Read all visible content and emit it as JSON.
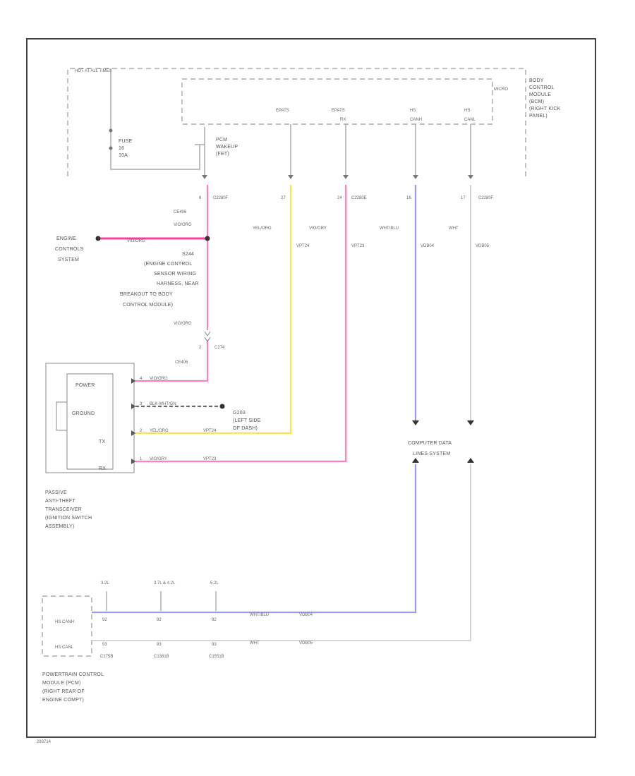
{
  "diagram": {
    "footer_code": "293714",
    "bcm": {
      "hot_label": "HOT AT ALL TIMES",
      "inner_label": "MICRO",
      "module_label": [
        "BODY",
        "CONTROL",
        "MODULE",
        "(BCM)",
        "(RIGHT KICK",
        "PANEL)"
      ],
      "fuse_label": [
        "FUSE",
        "16",
        "10A"
      ],
      "pcm_label": [
        "PCM",
        "WAKEUP",
        "(FET)"
      ],
      "pins": [
        "EPATS",
        "EPATS",
        "HS",
        "HS"
      ],
      "pin_sub": [
        "",
        "RX",
        "CANH",
        "CANL"
      ]
    },
    "connectors": {
      "c2280f": "C2280F",
      "c2280e": "C2280E",
      "c2280f_b": "C2280F",
      "c274": "C274",
      "pin6": "6",
      "pin27": "27",
      "pin24": "24",
      "pin16": "16",
      "pin17": "17",
      "pin2": "2"
    },
    "wires": {
      "ce406": "CE406",
      "vo_org": "VIO/ORG",
      "ye_org": "YEL/ORG",
      "vo_gry": "VIO/GRY",
      "wht_blu": "WHT/BLU",
      "wht": "WHT",
      "vpt24": "VPT24",
      "vpt23": "VPT23",
      "vdb04": "VDB04",
      "vdb05": "VDB05",
      "ce406_b": "CE406",
      "vio_org_b": "VIO/ORG"
    },
    "engine": [
      "ENGINE",
      "CONTROLS",
      "SYSTEM"
    ],
    "splice": [
      "S244",
      "(ENGINE CONTROL",
      "SENSOR WIRING",
      "HARNESS, NEAR",
      "BREAKOUT TO BODY",
      "CONTROL MODULE)"
    ],
    "pats": {
      "pins": [
        "POWER",
        "GROUND",
        "TX",
        "RX"
      ],
      "pin_nums": [
        "4",
        "3",
        "2",
        "1"
      ],
      "wire_a": [
        "VIO/ORG",
        "BLK-WHT/GN",
        "YEL/ORG",
        "VIO/GRY"
      ],
      "wire_b": [
        "",
        "",
        "VPT24",
        "VPT23"
      ],
      "ground": [
        "G203",
        "(LEFT SIDE",
        "OF DASH)"
      ],
      "label": [
        "PASSIVE",
        "ANTI-THEFT",
        "TRANSCEIVER",
        "(IGNITION SWITCH",
        "ASSEMBLY)"
      ]
    },
    "cdl": [
      "COMPUTER DATA",
      "LINES SYSTEM"
    ],
    "pcm": {
      "pins": [
        "HS CANH",
        "HS CANL"
      ],
      "top_labels": [
        "3.2L",
        "3.7L & 4.2L",
        "5.2L"
      ],
      "pin_top": [
        "92",
        "92",
        "92"
      ],
      "pin_bot": [
        "93",
        "93",
        "93"
      ],
      "conns": [
        "C175B",
        "C1381B",
        "C1551B"
      ],
      "wire_top": [
        "WHT/BLU",
        "VDB04"
      ],
      "wire_bot": [
        "WHT",
        "VDB05"
      ],
      "label": [
        "POWERTRAIN CONTROL",
        "MODULE (PCM)",
        "(RIGHT REAR OF",
        "ENGINE COMPT)"
      ]
    }
  }
}
